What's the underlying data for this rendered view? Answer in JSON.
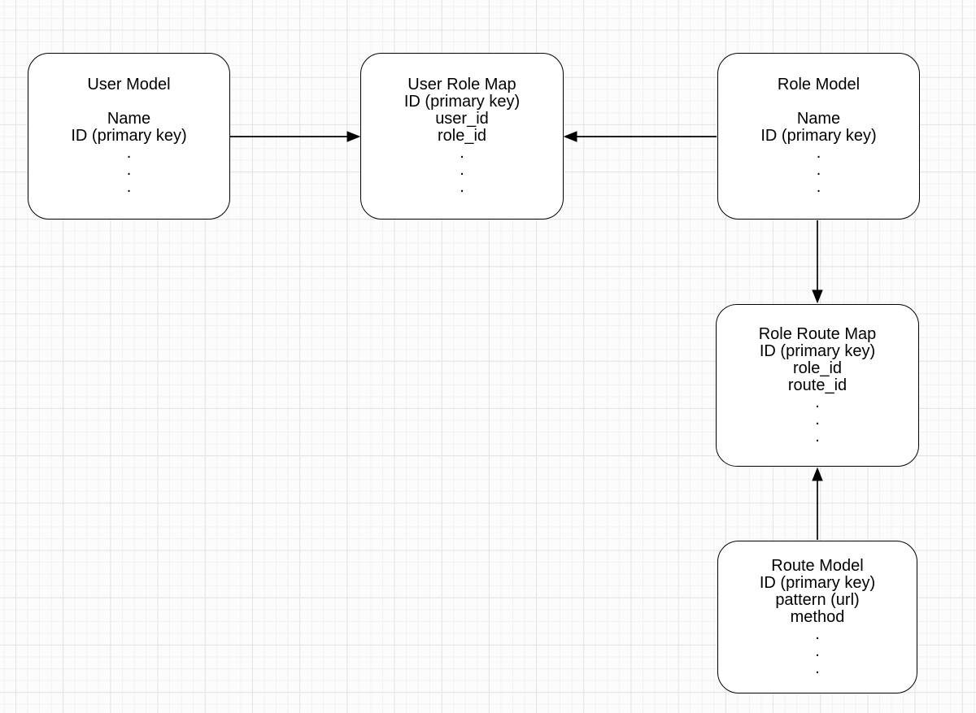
{
  "diagram": {
    "kind": "entity-relationship-diagram",
    "colors": {
      "canvas_background": "#fcfcfc",
      "grid_minor": "#f1f1f1",
      "grid_major": "#e3e3e3",
      "node_fill": "#ffffff",
      "stroke": "#000000",
      "text": "#000000"
    },
    "nodes": [
      {
        "id": "user-model",
        "title": "User Model",
        "lines": [
          "User Model",
          "",
          "Name",
          "ID (primary key)",
          ".",
          ".",
          "."
        ]
      },
      {
        "id": "user-role-map",
        "title": "User Role Map",
        "lines": [
          "User Role Map",
          "ID (primary key)",
          "user_id",
          "role_id",
          ".",
          ".",
          "."
        ]
      },
      {
        "id": "role-model",
        "title": "Role Model",
        "lines": [
          "Role Model",
          "",
          "Name",
          "ID (primary key)",
          ".",
          ".",
          "."
        ]
      },
      {
        "id": "role-route-map",
        "title": "Role Route Map",
        "lines": [
          "Role Route Map",
          "ID (primary key)",
          "role_id",
          "route_id",
          ".",
          ".",
          "."
        ]
      },
      {
        "id": "route-model",
        "title": "Route Model",
        "lines": [
          "Route Model",
          "ID (primary key)",
          "pattern (url)",
          "method",
          ".",
          ".",
          "."
        ]
      }
    ],
    "edges": [
      {
        "from": "user-model",
        "to": "user-role-map",
        "arrow": "into user-role-map left side"
      },
      {
        "from": "role-model",
        "to": "user-role-map",
        "arrow": "into user-role-map right side"
      },
      {
        "from": "role-model",
        "to": "role-route-map",
        "arrow": "into role-route-map top"
      },
      {
        "from": "route-model",
        "to": "role-route-map",
        "arrow": "into role-route-map bottom"
      }
    ]
  }
}
